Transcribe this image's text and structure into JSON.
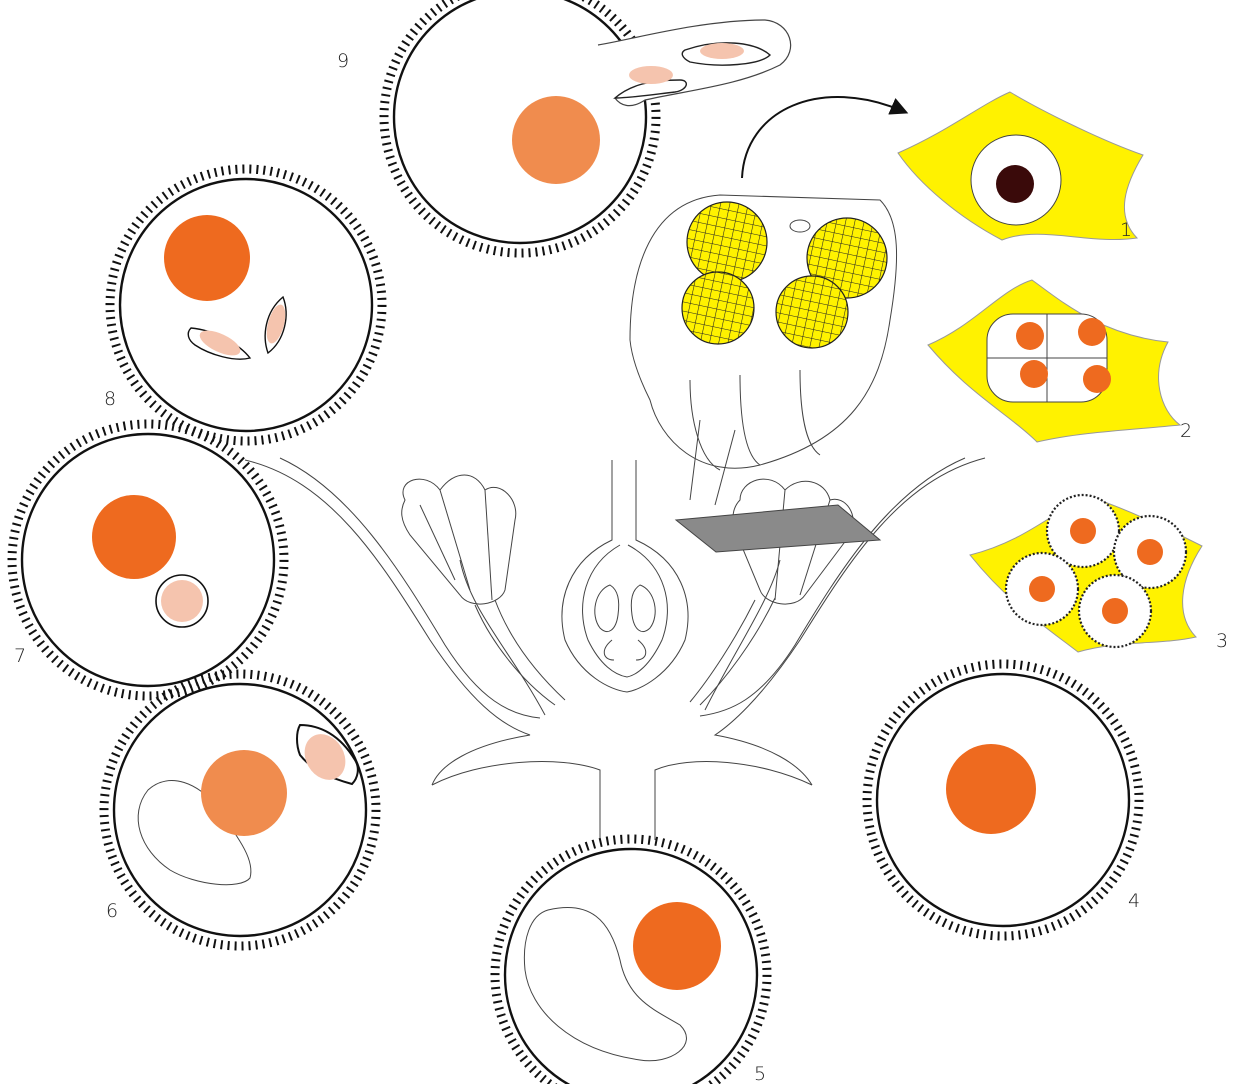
{
  "labels": {
    "stage1": "1",
    "stage2": "2",
    "stage3": "3",
    "stage4": "4",
    "stage5": "5",
    "stage6": "6",
    "stage7": "7",
    "stage8": "8",
    "stage9": "9"
  },
  "colors": {
    "tissue_yellow": "#fff200",
    "nucleus_orange": "#ee6a1f",
    "nucleus_light_orange": "#f08c4e",
    "generative_pink": "#f5c4ae",
    "dark_nucleus": "#3a0a0a",
    "line": "#222222"
  }
}
